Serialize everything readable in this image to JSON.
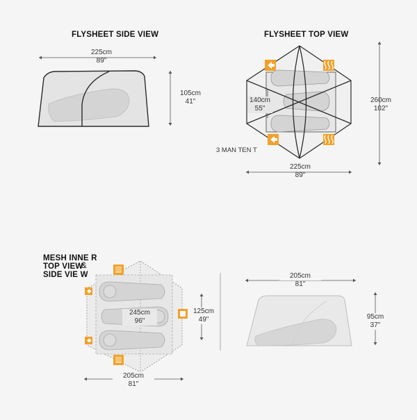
{
  "titles": {
    "flysheet_side": "FLYSHEET SIDE VIEW",
    "flysheet_top": "FLYSHEET TOP VIEW",
    "mesh_line1": "MESH INNE R",
    "mesh_line2": "TOP VIEW",
    "mesh_amp": "&",
    "mesh_line3": "SIDE VIE W"
  },
  "capacity_label": "3 MAN TEN T",
  "dims": {
    "fs_side_len_cm": "225cm",
    "fs_side_len_in": "89\"",
    "fs_side_h_cm": "105cm",
    "fs_side_h_in": "41\"",
    "fs_top_len_cm": "260cm",
    "fs_top_len_in": "102\"",
    "fs_top_inner_cm": "140cm",
    "fs_top_inner_in": "55\"",
    "fs_top_w_cm": "225cm",
    "fs_top_w_in": "89\"",
    "mesh_top_len_cm": "245cm",
    "mesh_top_len_in": "96\"",
    "mesh_top_h_cm": "125cm",
    "mesh_top_h_in": "49\"",
    "mesh_top_w_cm": "205cm",
    "mesh_top_w_in": "81\"",
    "mesh_side_len_cm": "205cm",
    "mesh_side_len_in": "81\"",
    "mesh_side_h_cm": "95cm",
    "mesh_side_h_in": "37\""
  },
  "icons": {
    "door": "door-arrow-icon",
    "vent": "vent-icon",
    "pocket": "storage-pocket-icon"
  },
  "colors": {
    "accent": "#f0a12c",
    "outline": "#2b2b2b",
    "panel": "#e4e4e4",
    "mesh": "#e9e9e9",
    "sleeper": "#d2d2d2",
    "dim_line": "#555555"
  }
}
